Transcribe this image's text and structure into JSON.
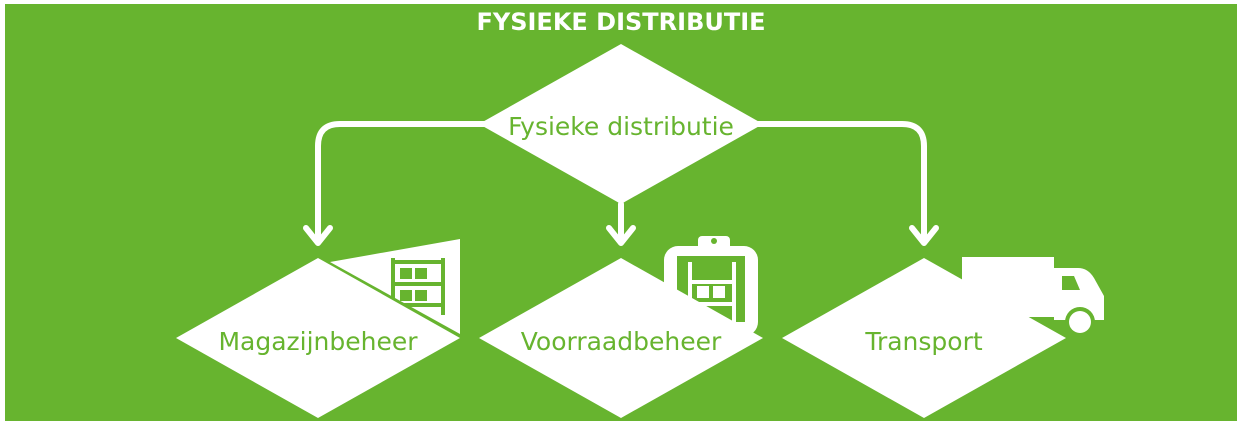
{
  "title": "FYSIEKE DISTRIBUTIE",
  "colors": {
    "background": "#67b42f",
    "shape_fill": "#ffffff",
    "label_text": "#67b42f",
    "title_text": "#ffffff"
  },
  "root": {
    "label": "Fysieke distributie"
  },
  "children": [
    {
      "label": "Magazijnbeheer",
      "icon": "warehouse-shelves-icon"
    },
    {
      "label": "Voorraadbeheer",
      "icon": "clipboard-inventory-icon"
    },
    {
      "label": "Transport",
      "icon": "delivery-truck-icon"
    }
  ]
}
